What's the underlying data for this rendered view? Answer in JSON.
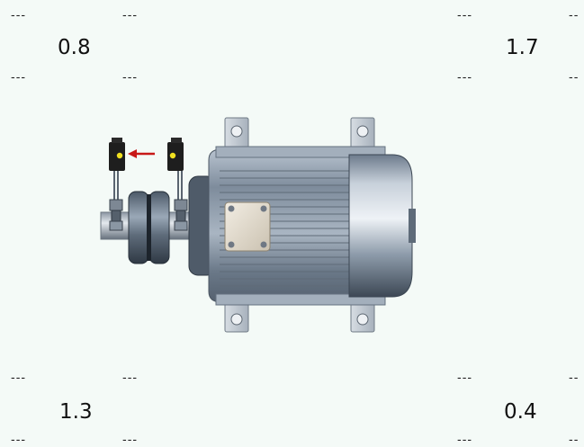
{
  "placeholders": {
    "top_left_top": "---",
    "top_left_top_b": "---",
    "top_left_bottom": "---",
    "top_left_bottom_b": "---",
    "top_right_top": "---",
    "top_right_top_b": "--",
    "top_right_bottom": "---",
    "top_right_bottom_b": "--",
    "bottom_left_top": "---",
    "bottom_left_top_b": "---",
    "bottom_left_bottom": "---",
    "bottom_left_bottom_b": "---",
    "bottom_right_top": "---",
    "bottom_right_top_b": "--",
    "bottom_right_bottom": "---",
    "bottom_right_bottom_b": "--"
  },
  "readings": {
    "top_left": "0.8",
    "top_right": "1.7",
    "bottom_left": "1.3",
    "bottom_right": "0.4"
  },
  "colors": {
    "background": "#f4faf7",
    "motor_body": "#8896a6",
    "arrow": "#c81818",
    "sensor_led": "#f0e020"
  },
  "icons": {
    "motor": "electric-motor-icon",
    "coupling": "shaft-coupling-icon",
    "sensor_left": "laser-sensor-icon",
    "sensor_right": "laser-sensor-icon",
    "direction_arrow": "arrow-left-icon"
  }
}
